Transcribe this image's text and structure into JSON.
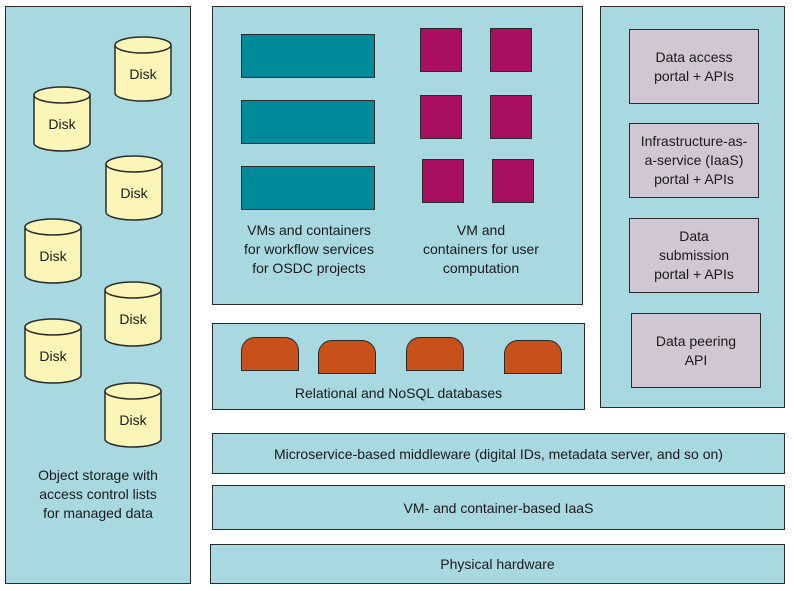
{
  "storage": {
    "disk_label": "Disk",
    "caption": "Object storage with\naccess control lists\nfor managed data"
  },
  "compute": {
    "workflow_caption": "VMs and containers\nfor workflow services\nfor OSDC projects",
    "user_caption": "VM and\ncontainers for user\ncomputation"
  },
  "portals": [
    "Data access\nportal + APIs",
    "Infrastructure-as-\na-service (IaaS)\nportal + APIs",
    "Data\nsubmission\nportal + APIs",
    "Data peering\nAPI"
  ],
  "databases": {
    "caption": "Relational and NoSQL databases"
  },
  "layers": {
    "middleware": "Microservice-based middleware (digital IDs, metadata server, and so on)",
    "iaas": "VM- and container-based IaaS",
    "hardware": "Physical hardware"
  },
  "colors": {
    "panel": "#a9d9e0",
    "disk": "#fbf6b8",
    "workflow_vm": "#008a9a",
    "user_vm": "#a80f61",
    "portal": "#d1c7d2",
    "database": "#c8501a"
  }
}
